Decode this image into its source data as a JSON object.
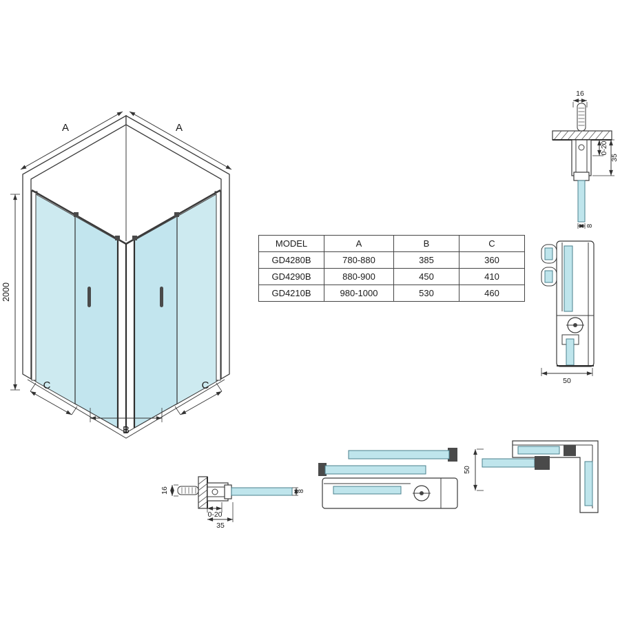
{
  "isometric": {
    "labels": {
      "top_left_width": "A",
      "top_right_width": "A",
      "height": "2000",
      "bottom_left_width": "C",
      "bottom_center_width": "B",
      "bottom_right_width": "C"
    }
  },
  "table": {
    "headers": [
      "MODEL",
      "A",
      "B",
      "C"
    ],
    "rows": [
      [
        "GD4280B",
        "780-880",
        "385",
        "360"
      ],
      [
        "GD4290B",
        "880-900",
        "450",
        "410"
      ],
      [
        "GD4210B",
        "980-1000",
        "530",
        "460"
      ]
    ]
  },
  "detail_top": {
    "anchor_width": "16",
    "adjust_range": "0-20",
    "profile_depth": "35",
    "glass_thickness": "8"
  },
  "detail_side": {
    "profile_width": "50"
  },
  "detail_plan": {
    "anchor_width": "16",
    "adjust_range": "0-20",
    "profile_depth": "35",
    "glass_thickness": "8"
  },
  "detail_corner": {
    "profile_width": "50"
  },
  "colors": {
    "glass": "#c7e8ee",
    "line": "#3a3a3a"
  }
}
